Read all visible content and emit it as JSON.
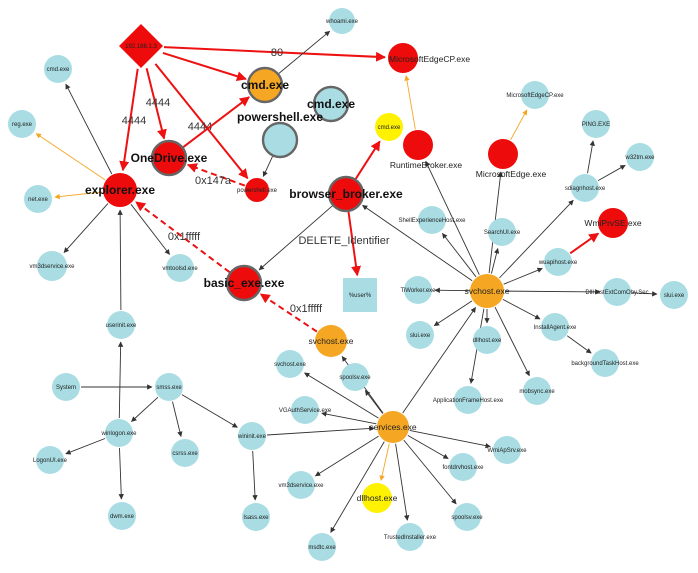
{
  "colors": {
    "process": "#a9dde3",
    "malicious": "#ee0b0b",
    "service": "#f5a623",
    "suspicious": "#fff200",
    "edge": "#333333",
    "attack": "#ee1111",
    "warn": "#f5a623",
    "selected_border": "#666666"
  },
  "nodes": [
    {
      "id": "ip",
      "label": "192.168.1.3",
      "shape": "diamond",
      "status": "malicious"
    },
    {
      "id": "whoami",
      "label": "whoami.exe",
      "shape": "circle",
      "status": "process"
    },
    {
      "id": "edgecp",
      "label": "MicrosoftEdgeCP.exe",
      "shape": "circle",
      "status": "malicious"
    },
    {
      "id": "cmd_top",
      "label": "cmd.exe",
      "shape": "circle",
      "status": "service",
      "selected": true
    },
    {
      "id": "cmd_mid",
      "label": "cmd.exe",
      "shape": "circle",
      "status": "process",
      "selected": true
    },
    {
      "id": "powershell",
      "label": "powershell.exe",
      "shape": "circle",
      "status": "process",
      "selected": true
    },
    {
      "id": "powershell_r",
      "label": "powershell.exe",
      "shape": "circle",
      "status": "malicious"
    },
    {
      "id": "onedrive",
      "label": "OneDrive.exe",
      "shape": "circle",
      "status": "malicious",
      "selected": true
    },
    {
      "id": "explorer",
      "label": "explorer.exe",
      "shape": "circle",
      "status": "malicious"
    },
    {
      "id": "cmd_left",
      "label": "cmd.exe",
      "shape": "circle",
      "status": "process"
    },
    {
      "id": "reg",
      "label": "reg.exe",
      "shape": "circle",
      "status": "process"
    },
    {
      "id": "net",
      "label": "net.exe",
      "shape": "circle",
      "status": "process"
    },
    {
      "id": "vm3d_left",
      "label": "vm3dservice.exe",
      "shape": "circle",
      "status": "process"
    },
    {
      "id": "vmtoolsd",
      "label": "vmtoolsd.exe",
      "shape": "circle",
      "status": "process"
    },
    {
      "id": "cmd_yellow",
      "label": "cmd.exe",
      "shape": "circle",
      "status": "suspicious"
    },
    {
      "id": "browser_broker",
      "label": "browser_broker.exe",
      "shape": "circle",
      "status": "malicious",
      "selected": true
    },
    {
      "id": "runtimebroker",
      "label": "RuntimeBroker.exe",
      "shape": "circle",
      "status": "malicious"
    },
    {
      "id": "msedge",
      "label": "MicrosoftEdge.exe",
      "shape": "circle",
      "status": "malicious"
    },
    {
      "id": "msedgecp_small",
      "label": "MicrosoftEdgeCP.exe",
      "shape": "circle",
      "status": "process"
    },
    {
      "id": "ping",
      "label": "PING.EXE",
      "shape": "circle",
      "status": "process"
    },
    {
      "id": "w32tm",
      "label": "w32tm.exe",
      "shape": "circle",
      "status": "process"
    },
    {
      "id": "sdiagnhost",
      "label": "sdiagnhost.exe",
      "shape": "circle",
      "status": "process"
    },
    {
      "id": "wmiprvse",
      "label": "WmiPrvSE.exe",
      "shape": "circle",
      "status": "malicious"
    },
    {
      "id": "shellexp",
      "label": "ShellExperienceHost.exe",
      "shape": "circle",
      "status": "process"
    },
    {
      "id": "searchui",
      "label": "SearchUI.exe",
      "shape": "circle",
      "status": "process"
    },
    {
      "id": "wuapihost",
      "label": "wuapihost.exe",
      "shape": "circle",
      "status": "process"
    },
    {
      "id": "dllhostext",
      "label": "DllHostExtComOby.Sec",
      "shape": "circle",
      "status": "process"
    },
    {
      "id": "slui_right",
      "label": "slui.exe",
      "shape": "circle",
      "status": "process"
    },
    {
      "id": "tiworker",
      "label": "TiWorker.exe",
      "shape": "circle",
      "status": "process"
    },
    {
      "id": "svchost_main",
      "label": "svchost.exe",
      "shape": "circle",
      "status": "service"
    },
    {
      "id": "slui_mid",
      "label": "slui.exe",
      "shape": "circle",
      "status": "process"
    },
    {
      "id": "dllhost_mid",
      "label": "dllhost.exe",
      "shape": "circle",
      "status": "process"
    },
    {
      "id": "installagent",
      "label": "InstallAgent.exe",
      "shape": "circle",
      "status": "process"
    },
    {
      "id": "bgtaskhost",
      "label": "backgroundTaskHost.exe",
      "shape": "circle",
      "status": "process"
    },
    {
      "id": "appframehost",
      "label": "ApplicationFrameHost.exe",
      "shape": "circle",
      "status": "process"
    },
    {
      "id": "mobsync",
      "label": "mobsync.exe",
      "shape": "circle",
      "status": "process"
    },
    {
      "id": "user_square",
      "label": "%user%",
      "shape": "square",
      "status": "process"
    },
    {
      "id": "basic_exe",
      "label": "basic_exe.exe",
      "shape": "circle",
      "status": "malicious",
      "selected": true
    },
    {
      "id": "svchost_small",
      "label": "svchost.exe",
      "shape": "circle",
      "status": "service"
    },
    {
      "id": "userinit",
      "label": "userinit.exe",
      "shape": "circle",
      "status": "process"
    },
    {
      "id": "system",
      "label": "System",
      "shape": "circle",
      "status": "process"
    },
    {
      "id": "smss",
      "label": "smss.exe",
      "shape": "circle",
      "status": "process"
    },
    {
      "id": "winlogon",
      "label": "winlogon.exe",
      "shape": "circle",
      "status": "process"
    },
    {
      "id": "logonui",
      "label": "LogonUI.exe",
      "shape": "circle",
      "status": "process"
    },
    {
      "id": "csrss",
      "label": "csrss.exe",
      "shape": "circle",
      "status": "process"
    },
    {
      "id": "wininit",
      "label": "wininit.exe",
      "shape": "circle",
      "status": "process"
    },
    {
      "id": "dwm",
      "label": "dwm.exe",
      "shape": "circle",
      "status": "process"
    },
    {
      "id": "lsass",
      "label": "lsass.exe",
      "shape": "circle",
      "status": "process"
    },
    {
      "id": "svchost_gray",
      "label": "svchost.exe",
      "shape": "circle",
      "status": "process"
    },
    {
      "id": "spoolsv_top",
      "label": "spoolsv.exe",
      "shape": "circle",
      "status": "process"
    },
    {
      "id": "vgauth",
      "label": "VGAuthService.exe",
      "shape": "circle",
      "status": "process"
    },
    {
      "id": "services",
      "label": "services.exe",
      "shape": "circle",
      "status": "service"
    },
    {
      "id": "wmiapsrv",
      "label": "WmiApSrv.exe",
      "shape": "circle",
      "status": "process"
    },
    {
      "id": "fontdrv",
      "label": "fontdrvhost.exe",
      "shape": "circle",
      "status": "process"
    },
    {
      "id": "vm3d_bottom",
      "label": "vm3dservice.exe",
      "shape": "circle",
      "status": "process"
    },
    {
      "id": "dllhost_yellow",
      "label": "dllhost.exe",
      "shape": "circle",
      "status": "suspicious"
    },
    {
      "id": "trustedinstaller",
      "label": "TrustedInstaller.exe",
      "shape": "circle",
      "status": "process"
    },
    {
      "id": "spoolsv_bottom",
      "label": "spoolsv.exe",
      "shape": "circle",
      "status": "process"
    },
    {
      "id": "msdtc",
      "label": "msdtc.exe",
      "shape": "circle",
      "status": "process"
    }
  ],
  "edges": [
    {
      "from": "ip",
      "to": "cmd_top",
      "kind": "attack",
      "label": "",
      "style": "solid"
    },
    {
      "from": "ip",
      "to": "edgecp",
      "kind": "attack",
      "label": "80",
      "style": "solid"
    },
    {
      "from": "ip",
      "to": "explorer",
      "kind": "attack",
      "label": "4444",
      "style": "solid"
    },
    {
      "from": "ip",
      "to": "onedrive",
      "kind": "attack",
      "label": "4444",
      "style": "solid"
    },
    {
      "from": "ip",
      "to": "powershell_r",
      "kind": "attack",
      "label": "4444",
      "style": "solid"
    },
    {
      "from": "cmd_top",
      "to": "whoami",
      "kind": "normal",
      "label": "",
      "style": "solid"
    },
    {
      "from": "onedrive",
      "to": "cmd_top",
      "kind": "attack",
      "label": "",
      "style": "solid"
    },
    {
      "from": "powershell_r",
      "to": "onedrive",
      "kind": "attack",
      "label": "0x147a",
      "style": "dashed"
    },
    {
      "from": "powershell",
      "to": "powershell_r",
      "kind": "normal",
      "label": "",
      "style": "solid"
    },
    {
      "from": "explorer",
      "to": "cmd_left",
      "kind": "normal",
      "label": "",
      "style": "solid"
    },
    {
      "from": "explorer",
      "to": "reg",
      "kind": "warn",
      "label": "",
      "style": "solid"
    },
    {
      "from": "explorer",
      "to": "net",
      "kind": "warn",
      "label": "",
      "style": "solid"
    },
    {
      "from": "explorer",
      "to": "vm3d_left",
      "kind": "normal",
      "label": "",
      "style": "solid"
    },
    {
      "from": "explorer",
      "to": "vmtoolsd",
      "kind": "normal",
      "label": "",
      "style": "solid"
    },
    {
      "from": "userinit",
      "to": "explorer",
      "kind": "normal",
      "label": "",
      "style": "solid"
    },
    {
      "from": "basic_exe",
      "to": "explorer",
      "kind": "attack",
      "label": "0x1fffff",
      "style": "dashed"
    },
    {
      "from": "browser_broker",
      "to": "basic_exe",
      "kind": "normal",
      "label": "",
      "style": "solid"
    },
    {
      "from": "browser_broker",
      "to": "cmd_yellow",
      "kind": "attack",
      "label": "",
      "style": "solid"
    },
    {
      "from": "browser_broker",
      "to": "user_square",
      "kind": "attack",
      "label": "DELETE_Identifier",
      "style": "solid"
    },
    {
      "from": "svchost_small",
      "to": "basic_exe",
      "kind": "attack",
      "label": "0x1fffff",
      "style": "dashed"
    },
    {
      "from": "runtimebroker",
      "to": "edgecp",
      "kind": "warn",
      "label": "",
      "style": "solid"
    },
    {
      "from": "msedge",
      "to": "msedgecp_small",
      "kind": "warn",
      "label": "",
      "style": "solid"
    },
    {
      "from": "sdiagnhost",
      "to": "ping",
      "kind": "normal",
      "label": "",
      "style": "solid"
    },
    {
      "from": "sdiagnhost",
      "to": "w32tm",
      "kind": "normal",
      "label": "",
      "style": "solid"
    },
    {
      "from": "wuapihost",
      "to": "wmiprvse",
      "kind": "attack",
      "label": "",
      "style": "solid"
    },
    {
      "from": "dllhostext",
      "to": "slui_right",
      "kind": "normal",
      "label": "",
      "style": "solid"
    },
    {
      "from": "installagent",
      "to": "bgtaskhost",
      "kind": "normal",
      "label": "",
      "style": "solid"
    },
    {
      "from": "svchost_main",
      "to": "browser_broker",
      "kind": "normal",
      "label": "",
      "style": "solid"
    },
    {
      "from": "svchost_main",
      "to": "runtimebroker",
      "kind": "normal",
      "label": "",
      "style": "solid"
    },
    {
      "from": "svchost_main",
      "to": "msedge",
      "kind": "normal",
      "label": "",
      "style": "solid"
    },
    {
      "from": "svchost_main",
      "to": "sdiagnhost",
      "kind": "normal",
      "label": "",
      "style": "solid"
    },
    {
      "from": "svchost_main",
      "to": "shellexp",
      "kind": "normal",
      "label": "",
      "style": "solid"
    },
    {
      "from": "svchost_main",
      "to": "searchui",
      "kind": "normal",
      "label": "",
      "style": "solid"
    },
    {
      "from": "svchost_main",
      "to": "wuapihost",
      "kind": "normal",
      "label": "",
      "style": "solid"
    },
    {
      "from": "svchost_main",
      "to": "dllhostext",
      "kind": "normal",
      "label": "",
      "style": "solid"
    },
    {
      "from": "svchost_main",
      "to": "tiworker",
      "kind": "normal",
      "label": "",
      "style": "solid"
    },
    {
      "from": "svchost_main",
      "to": "slui_mid",
      "kind": "normal",
      "label": "",
      "style": "solid"
    },
    {
      "from": "svchost_main",
      "to": "dllhost_mid",
      "kind": "normal",
      "label": "",
      "style": "solid"
    },
    {
      "from": "svchost_main",
      "to": "installagent",
      "kind": "normal",
      "label": "",
      "style": "solid"
    },
    {
      "from": "svchost_main",
      "to": "appframehost",
      "kind": "normal",
      "label": "",
      "style": "solid"
    },
    {
      "from": "svchost_main",
      "to": "mobsync",
      "kind": "normal",
      "label": "",
      "style": "solid"
    },
    {
      "from": "services",
      "to": "svchost_main",
      "kind": "normal",
      "label": "",
      "style": "solid"
    },
    {
      "from": "services",
      "to": "svchost_small",
      "kind": "normal",
      "label": "",
      "style": "solid"
    },
    {
      "from": "services",
      "to": "svchost_gray",
      "kind": "normal",
      "label": "",
      "style": "solid"
    },
    {
      "from": "services",
      "to": "spoolsv_top",
      "kind": "normal",
      "label": "",
      "style": "solid"
    },
    {
      "from": "services",
      "to": "vgauth",
      "kind": "normal",
      "label": "",
      "style": "solid"
    },
    {
      "from": "services",
      "to": "wmiapsrv",
      "kind": "normal",
      "label": "",
      "style": "solid"
    },
    {
      "from": "services",
      "to": "fontdrv",
      "kind": "normal",
      "label": "",
      "style": "solid"
    },
    {
      "from": "services",
      "to": "vm3d_bottom",
      "kind": "normal",
      "label": "",
      "style": "solid"
    },
    {
      "from": "services",
      "to": "dllhost_yellow",
      "kind": "warn",
      "label": "",
      "style": "solid"
    },
    {
      "from": "services",
      "to": "trustedinstaller",
      "kind": "normal",
      "label": "",
      "style": "solid"
    },
    {
      "from": "services",
      "to": "spoolsv_bottom",
      "kind": "normal",
      "label": "",
      "style": "solid"
    },
    {
      "from": "services",
      "to": "msdtc",
      "kind": "normal",
      "label": "",
      "style": "solid"
    },
    {
      "from": "wininit",
      "to": "services",
      "kind": "normal",
      "label": "",
      "style": "solid"
    },
    {
      "from": "wininit",
      "to": "lsass",
      "kind": "normal",
      "label": "",
      "style": "solid"
    },
    {
      "from": "smss",
      "to": "winlogon",
      "kind": "normal",
      "label": "",
      "style": "solid"
    },
    {
      "from": "smss",
      "to": "csrss",
      "kind": "normal",
      "label": "",
      "style": "solid"
    },
    {
      "from": "smss",
      "to": "wininit",
      "kind": "normal",
      "label": "",
      "style": "solid"
    },
    {
      "from": "system",
      "to": "smss",
      "kind": "normal",
      "label": "",
      "style": "solid"
    },
    {
      "from": "winlogon",
      "to": "userinit",
      "kind": "normal",
      "label": "",
      "style": "solid"
    },
    {
      "from": "winlogon",
      "to": "logonui",
      "kind": "normal",
      "label": "",
      "style": "solid"
    },
    {
      "from": "winlogon",
      "to": "dwm",
      "kind": "normal",
      "label": "",
      "style": "solid"
    }
  ]
}
